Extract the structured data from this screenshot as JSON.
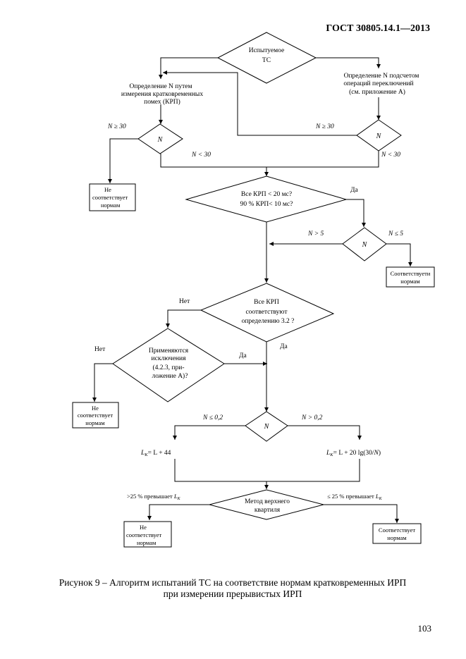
{
  "header": {
    "standard": "ГОСТ  30805.14.1—2013"
  },
  "nodes": {
    "start": {
      "lines": [
        "Испытуемое",
        "ТС"
      ]
    },
    "measure_box": {
      "lines": [
        "Определение N путем",
        "измерения кратковременных",
        "помех (КРП)"
      ]
    },
    "count_box": {
      "lines": [
        "Определение N подсчетом",
        "операций переключений",
        "(см. приложение А)"
      ]
    },
    "n_left": {
      "label": "N"
    },
    "n_right": {
      "label": "N"
    },
    "lbl_n_ge30_left": "N ≥ 30",
    "lbl_n_lt30_left": "N < 30",
    "lbl_n_ge30_right": "N ≥ 30",
    "lbl_n_lt30_right": "N < 30",
    "nc1": {
      "lines": [
        "Не",
        "соответствует",
        "нормам"
      ]
    },
    "krp_check": {
      "lines": [
        "Все КРП < 20 мс?",
        "90 % КРП< 10 мс?"
      ]
    },
    "lbl_yes1": "Да",
    "n_mid": {
      "label": "N"
    },
    "lbl_n_gt5": "N > 5",
    "lbl_n_le5": "N ≤ 5",
    "c1": {
      "lines": [
        "Соответствуети",
        "нормам"
      ]
    },
    "def_check": {
      "lines": [
        "Все КРП",
        "соответствуют",
        "определению 3.2 ?"
      ]
    },
    "lbl_no1": "Нет",
    "lbl_yes2": "Да",
    "exc_check": {
      "lines": [
        "Применяются",
        "исключения",
        "(4.2.3, при-",
        "ложение А)?"
      ]
    },
    "lbl_no2": "Нет",
    "lbl_yes3": "Да",
    "nc2": {
      "lines": [
        "Не",
        "соответствует",
        "нормам"
      ]
    },
    "n_low": {
      "label": "N"
    },
    "lbl_n_le02": "N ≤ 0,2",
    "lbl_n_gt02": "N > 0,2",
    "formula_left": {
      "a": "L",
      "sub": "K",
      "b": "= L + 44"
    },
    "formula_right": {
      "a": "L",
      "sub": "K",
      "b": "= L + 20 lg(30/",
      "n": "N",
      "c": ")"
    },
    "quartile": {
      "lines": [
        "Метод верхнего",
        "квартиля"
      ]
    },
    "lbl_gt25": {
      "text": ">25 % превышает ",
      "sym": "L",
      "sub": "K"
    },
    "lbl_le25": {
      "text": "≤ 25 % превышает ",
      "sym": "L",
      "sub": "K"
    },
    "nc3": {
      "lines": [
        "Не",
        "соответствует",
        "нормам"
      ]
    },
    "c2": {
      "lines": [
        "Соответствует",
        "нормам"
      ]
    }
  },
  "caption": {
    "line1": "Рисунок 9 – Алгоритм испытаний ТС на соответствие нормам кратковременных ИРП",
    "line2": "при измерении прерывистых ИРП"
  },
  "page_number": "103"
}
